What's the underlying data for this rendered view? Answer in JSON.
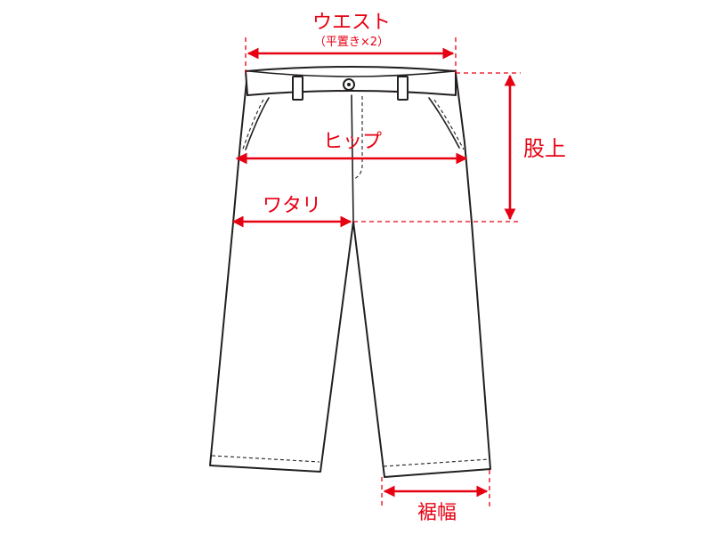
{
  "labels": {
    "waist": "ウエスト",
    "waist_note": "（平置き×2）",
    "hip": "ヒップ",
    "rise": "股上",
    "thigh": "ワタリ",
    "hem": "裾幅"
  },
  "colors": {
    "measure": "#e60012",
    "outline": "#231f20",
    "background": "#ffffff"
  }
}
